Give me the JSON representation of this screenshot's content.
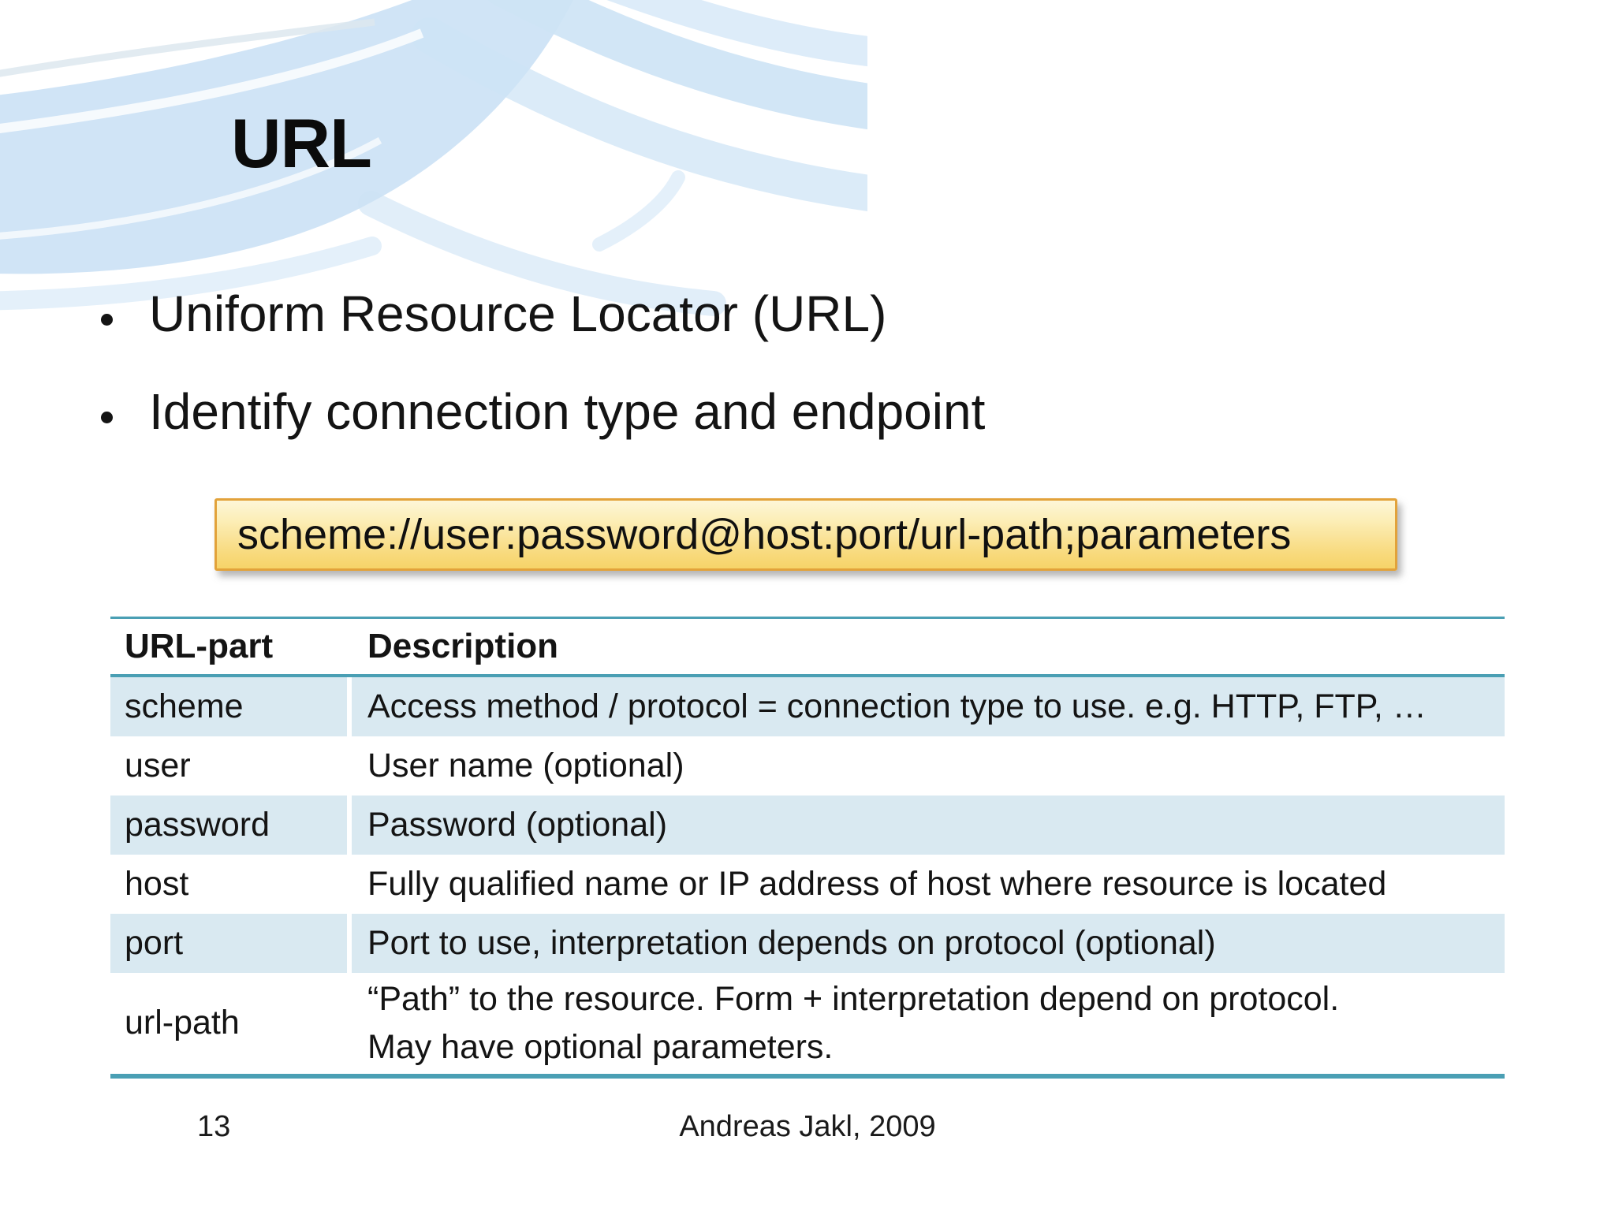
{
  "slide": {
    "title": "URL",
    "bullets": [
      "Uniform Resource Locator (URL)",
      "Identify connection type and endpoint"
    ],
    "url_syntax": "scheme://user:password@host:port/url-path;parameters",
    "table": {
      "headers": [
        "URL-part",
        "Description"
      ],
      "rows": [
        {
          "part": "scheme",
          "description": "Access method / protocol = connection type to use. e.g. HTTP, FTP, …"
        },
        {
          "part": "user",
          "description": "User name (optional)"
        },
        {
          "part": "password",
          "description": "Password (optional)"
        },
        {
          "part": "host",
          "description": "Fully qualified name or IP address of host where resource is located"
        },
        {
          "part": "port",
          "description": "Port to use, interpretation depends on protocol (optional)"
        },
        {
          "part": "url-path",
          "description": "“Path” to the resource. Form + interpretation depend on protocol.\nMay have optional parameters."
        }
      ]
    },
    "footer": {
      "page_number": "13",
      "credit": "Andreas Jakl, 2009"
    },
    "colors": {
      "accent_teal": "#4a9fb4",
      "row_shade": "#d9e9f1",
      "box_border": "#e2a23a",
      "box_fill_top": "#fdf6d8",
      "box_fill_bottom": "#f6d368",
      "swoosh_blue": "#cde3f5",
      "text": "#141414"
    },
    "icons": {
      "bullet": "●"
    }
  }
}
